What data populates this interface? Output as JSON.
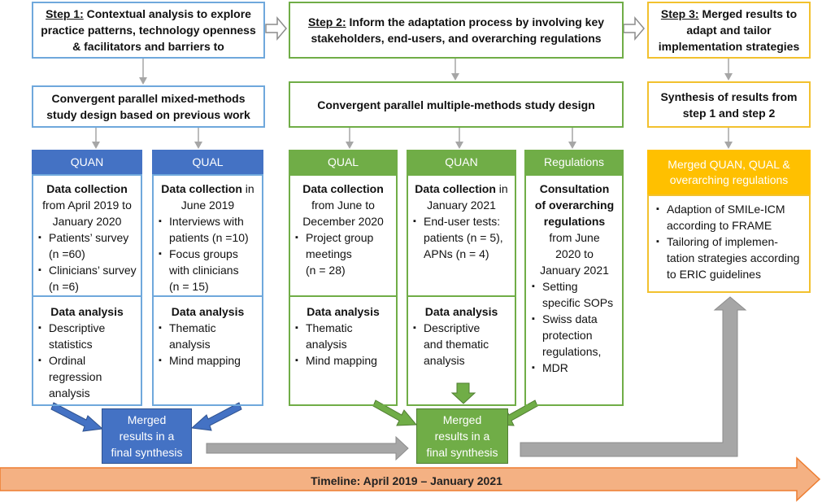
{
  "step1": {
    "prefix": "Step 1:",
    "text": "Contextual analysis to explore practice patterns, technology openness & facilitators and barriers to"
  },
  "step2": {
    "prefix": "Step 2:",
    "text": "Inform the adaptation process by involving key stakeholders, end-users, and overarching regulations"
  },
  "step3": {
    "prefix": "Step 3:",
    "text": "Merged results to adapt and tailor implementation strategies"
  },
  "design1": "Convergent parallel mixed-methods study design based on previous work",
  "design2": "Convergent parallel multiple-methods study design",
  "design3": "Synthesis of results from step 1 and step 2",
  "headers": {
    "s1_quan": "QUAN",
    "s1_qual": "QUAL",
    "s2_qual": "QUAL",
    "s2_quan": "QUAN",
    "s2_reg": "Regulations",
    "s3": "Merged QUAN, QUAL & overarching regulations"
  },
  "s1_quan": {
    "collection_title": "Data collection",
    "collection_lines": [
      "from April 2019 to",
      "January 2020"
    ],
    "bullet1_a": "Patients’ survey",
    "bullet1_b": "(n =60)",
    "bullet2_a": "Clinicians’ survey",
    "bullet2_b": "(n =6)",
    "analysis_title": "Data analysis",
    "a_bullet1_a": "Descriptive",
    "a_bullet1_b": "statistics",
    "a_bullet2_a": "Ordinal",
    "a_bullet2_b": "regression",
    "a_bullet2_c": "analysis"
  },
  "s1_qual": {
    "collection_title": "Data collection",
    "collection_rest": " in",
    "collection_lines": [
      "June 2019"
    ],
    "bullet1_a": "Interviews with",
    "bullet1_b": "patients (n =10)",
    "bullet2_a": "Focus groups",
    "bullet2_b": "with clinicians",
    "bullet2_c": "(n = 15)",
    "analysis_title": "Data analysis",
    "a_bullet1_a": "Thematic",
    "a_bullet1_b": "analysis",
    "a_bullet2_a": "Mind mapping"
  },
  "s2_qual": {
    "collection_title": "Data collection",
    "collection_lines": [
      "from June to",
      "December 2020"
    ],
    "bullet1_a": "Project group",
    "bullet1_b": "meetings",
    "bullet1_c": "(n = 28)",
    "analysis_title": "Data analysis",
    "a_bullet1_a": "Thematic",
    "a_bullet1_b": "analysis",
    "a_bullet2_a": "Mind mapping"
  },
  "s2_quan": {
    "collection_title": "Data collection",
    "collection_rest": " in",
    "collection_lines": [
      "January 2021"
    ],
    "bullet1_a": "End-user tests:",
    "bullet1_b": "patients (n = 5),",
    "bullet1_c": "APNs (n = 4)",
    "analysis_title": "Data analysis",
    "a_bullet1_a": "Descriptive",
    "a_bullet1_b": "and thematic",
    "a_bullet1_c": "analysis"
  },
  "s2_reg": {
    "title_lines": [
      "Consultation",
      "of overarching",
      "regulations"
    ],
    "lines": [
      "from June",
      "2020 to",
      "January 2021"
    ],
    "bullet1_a": "Setting",
    "bullet1_b": "specific SOPs",
    "bullet2_a": "Swiss data",
    "bullet2_b": "protection",
    "bullet2_c": "regulations,",
    "bullet3_a": "MDR"
  },
  "s3_box": {
    "bullet1_a": "Adaption of SMILe-ICM",
    "bullet1_b": "according to FRAME",
    "bullet2_a": "Tailoring of implemen-",
    "bullet2_b": "tation strategies according",
    "bullet2_c": "to ERIC guidelines"
  },
  "merge1": [
    "Merged",
    "results in a",
    "final synthesis"
  ],
  "merge2": [
    "Merged",
    "results in a",
    "final synthesis"
  ],
  "timeline": "Timeline: April 2019 – January 2021",
  "colors": {
    "blue_border": "#6fa8dc",
    "blue_fill": "#4472c4",
    "green": "#70ad47",
    "yellow_border": "#f2c12e",
    "yellow_fill": "#ffc000",
    "gray_arrow": "#a6a6a6",
    "timeline_fill": "#f4b183",
    "timeline_border": "#ed7d31"
  }
}
